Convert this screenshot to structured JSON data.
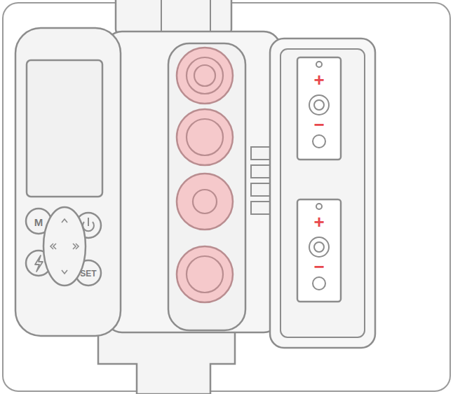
{
  "diagram": {
    "labels": [
      "M",
      "SET",
      "+",
      "−",
      "+",
      "−"
    ]
  }
}
